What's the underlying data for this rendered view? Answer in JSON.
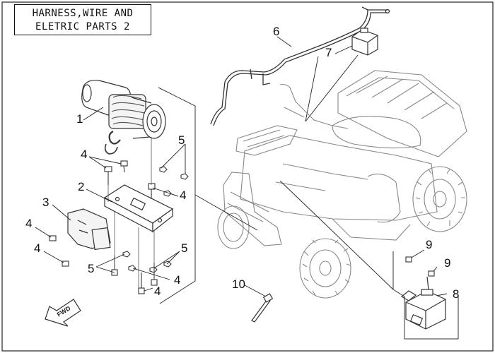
{
  "title": {
    "line1": "HARNESS,WIRE AND",
    "line2": "ELETRIC PARTS 2"
  },
  "callouts": [
    {
      "id": "c1",
      "label": "1"
    },
    {
      "id": "c2",
      "label": "2"
    },
    {
      "id": "c3",
      "label": "3"
    },
    {
      "id": "c4a",
      "label": "4"
    },
    {
      "id": "c4b",
      "label": "4"
    },
    {
      "id": "c4c",
      "label": "4"
    },
    {
      "id": "c4d",
      "label": "4"
    },
    {
      "id": "c4e",
      "label": "4"
    },
    {
      "id": "c4f",
      "label": "4"
    },
    {
      "id": "c5a",
      "label": "5"
    },
    {
      "id": "c5b",
      "label": "5"
    },
    {
      "id": "c5c",
      "label": "5"
    },
    {
      "id": "c6",
      "label": "6"
    },
    {
      "id": "c7",
      "label": "7"
    },
    {
      "id": "c8",
      "label": "8"
    },
    {
      "id": "c9a",
      "label": "9"
    },
    {
      "id": "c9b",
      "label": "9"
    },
    {
      "id": "c10",
      "label": "10"
    }
  ],
  "fwd_label": "FWD",
  "colors": {
    "line": "#111111",
    "drawing": "#555555",
    "background": "#ffffff"
  }
}
